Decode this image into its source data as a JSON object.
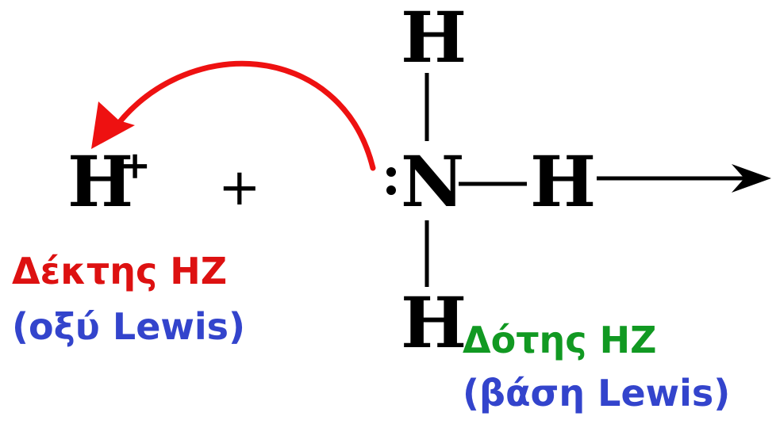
{
  "equation": {
    "proton": "H",
    "proton_charge": "+",
    "plus_sign": "+",
    "nitrogen": "N",
    "hydrogen_top": "H",
    "hydrogen_right": "H",
    "hydrogen_bottom": "H",
    "lone_pair": ":"
  },
  "acceptor": {
    "title": "Δέκτης ΗΖ",
    "subtitle": "(οξύ Lewis)"
  },
  "donor": {
    "title": "Δότης ΗΖ",
    "subtitle": "(βάση Lewis)"
  },
  "colors": {
    "acceptor_title": "#dd1111",
    "donor_title": "#119922",
    "subtitle": "#3344cc",
    "electron_arrow": "#ee1111",
    "bonds": "#000000"
  }
}
